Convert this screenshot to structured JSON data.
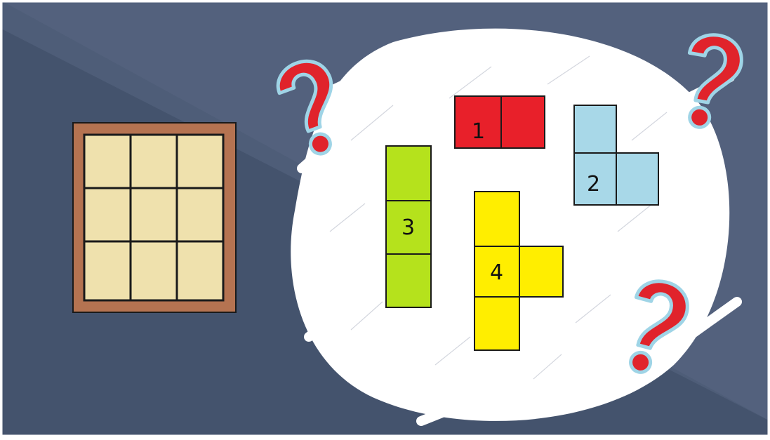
{
  "scene": {
    "background_color": "#4e5d78",
    "background_shadow_color": "#43516b",
    "splash_color": "#ffffff",
    "question_mark_color": "#e0232b",
    "question_mark_outline": "#9fd4e6"
  },
  "board": {
    "rows": 3,
    "cols": 3,
    "frame_color": "#b57351",
    "cell_color": "#efe1ad",
    "line_color": "#1a1a1a"
  },
  "pieces": [
    {
      "label": "1",
      "color": "#e8202a",
      "cells": 2,
      "shape": "domino-horizontal"
    },
    {
      "label": "2",
      "color": "#a8d8e8",
      "cells": 3,
      "shape": "L-tromino"
    },
    {
      "label": "3",
      "color": "#b5e21c",
      "cells": 3,
      "shape": "I-tromino-vertical"
    },
    {
      "label": "4",
      "color": "#ffee00",
      "cells": 4,
      "shape": "T-tetromino"
    }
  ],
  "decorations": [
    "question-mark-icon",
    "question-mark-icon",
    "question-mark-icon"
  ]
}
